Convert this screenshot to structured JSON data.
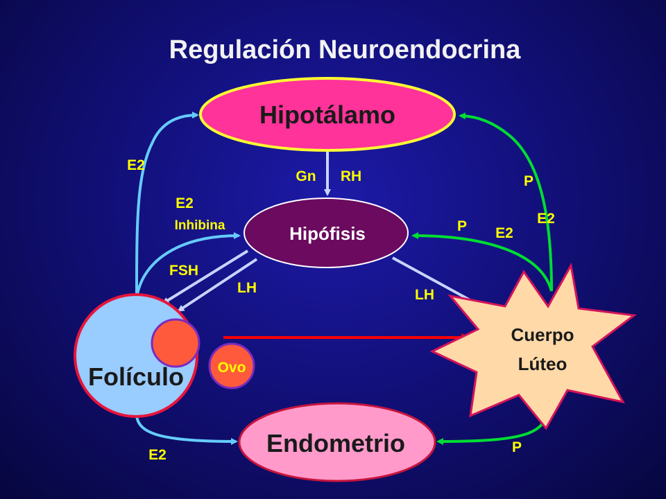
{
  "title": "Regulación Neuroendocrina",
  "nodes": {
    "hipotalamo": "Hipotálamo",
    "hipofisis": "Hipófisis",
    "foliculo": "Folículo",
    "ovo": "Ovo",
    "cuerpo_luteo_line1": "Cuerpo",
    "cuerpo_luteo_line2": "Lúteo",
    "endometrio": "Endometrio"
  },
  "labels": {
    "gn": "Gn",
    "rh": "RH",
    "e2_left_top": "E2",
    "e2_inhibina": "E2",
    "inhibina": "Inhibina",
    "fsh": "FSH",
    "lh_left": "LH",
    "lh_right": "LH",
    "p_right_top": "P",
    "e2_right_top": "E2",
    "p_hipofisis": "P",
    "e2_hipofisis": "E2",
    "e2_bottom": "E2",
    "p_bottom": "P"
  },
  "colors": {
    "title": "#f2f2f2",
    "label": "#ffff00",
    "hipotalamo_fill": "#ff3399",
    "hipotalamo_stroke": "#ffff33",
    "hipofisis_fill": "#6b0a5e",
    "foliculo_fill": "#99ccff",
    "foliculo_stroke": "#e8143c",
    "ovo_fill": "#ff5a3c",
    "cuerpo_fill": "#ffd9a8",
    "cuerpo_stroke": "#d4145a",
    "endometrio_fill": "#ff9acb",
    "endometrio_stroke": "#c8143c",
    "arrow_cyan": "#66ccff",
    "arrow_green": "#00dd33",
    "arrow_light": "#c8d4ff",
    "arrow_red": "#ff0000"
  }
}
